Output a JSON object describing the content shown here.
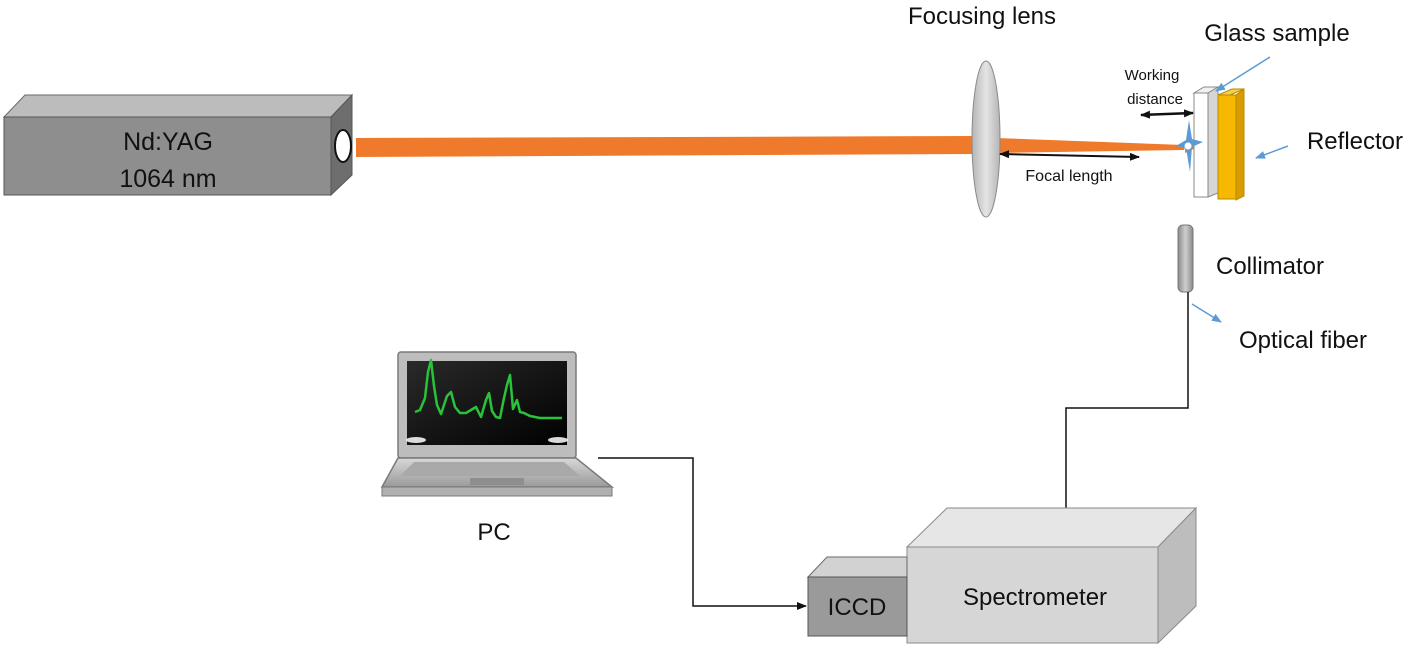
{
  "laser": {
    "name": "Nd:YAG",
    "wavelength": "1064 nm"
  },
  "labels": {
    "focusing_lens": "Focusing lens",
    "glass_sample": "Glass sample",
    "working_distance_line1": "Working",
    "working_distance_line2": "distance",
    "reflector": "Reflector",
    "focal_length": "Focal length",
    "collimator": "Collimator",
    "optical_fiber": "Optical fiber",
    "pc": "PC",
    "iccd": "ICCD",
    "spectrometer": "Spectrometer"
  },
  "colors": {
    "beam": "#f07a2b",
    "laser_box": "#8e8e8e",
    "reflector": "#f6b800",
    "pointer_arrows": "#5b9bd5",
    "spectrum_trace": "#29c23a"
  }
}
